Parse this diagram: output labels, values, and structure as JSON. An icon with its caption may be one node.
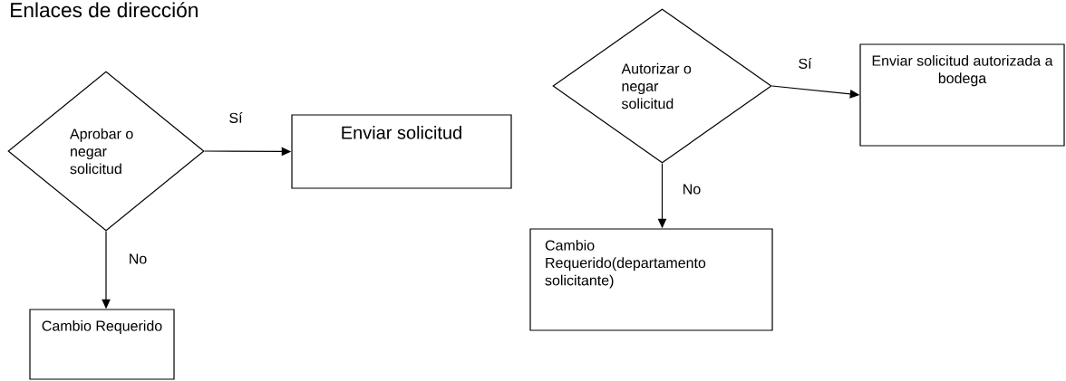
{
  "diagram": {
    "title": "Enlaces de dirección",
    "nodes": [
      {
        "text": [
          "Aprobar o negar solicitud"
        ]
      },
      {
        "text": [
          "Enviar solicitud"
        ]
      },
      {
        "text": [
          "Cambio Requerido"
        ]
      },
      {
        "text": [
          "Autorizar o negar solicitud"
        ]
      },
      {
        "text": [
          "Enviar solicitud autorizada a bodega"
        ]
      },
      {
        "text": [
          "Cambio Requerido(departamento solicitante)"
        ]
      }
    ],
    "edges": [
      {
        "from": 0,
        "to": 1,
        "arrow": "to",
        "label": "Sí"
      },
      {
        "from": 0,
        "to": 2,
        "arrow": "to",
        "label": "No"
      },
      {
        "from": 3,
        "to": 4,
        "arrow": "to",
        "label": "Sí"
      },
      {
        "from": 3,
        "to": 5,
        "arrow": "to",
        "label": "No"
      }
    ]
  }
}
